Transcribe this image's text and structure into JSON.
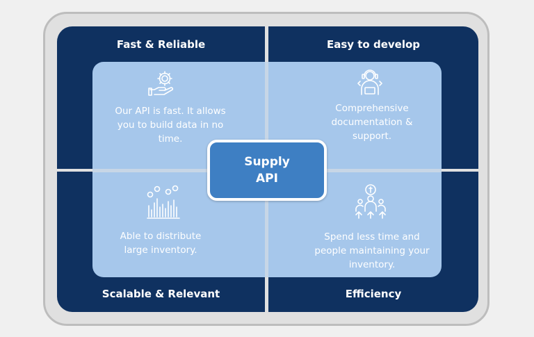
{
  "quadrants": {
    "top_left": {
      "title": "Fast & Reliable",
      "description": "Our API is fast. It allows you to build data in no time.",
      "icon": "gear-hand-icon"
    },
    "top_right": {
      "title": "Easy to develop",
      "description": "Comprehensive documentation & support.",
      "icon": "developer-icon"
    },
    "bottom_left": {
      "title": "Scalable & Relevant",
      "description": "Able to distribute large inventory.",
      "icon": "bar-graph-icon"
    },
    "bottom_right": {
      "title": "Efficiency",
      "description": "Spend less time and people maintaining your inventory.",
      "icon": "people-growth-icon"
    }
  },
  "center": {
    "label": "Supply\nAPI"
  },
  "colors": {
    "dark_navy": "#0f3160",
    "light_blue": "#a6c7eb",
    "center_blue": "#3e7fc3",
    "frame_gray": "#e0e0e0"
  }
}
